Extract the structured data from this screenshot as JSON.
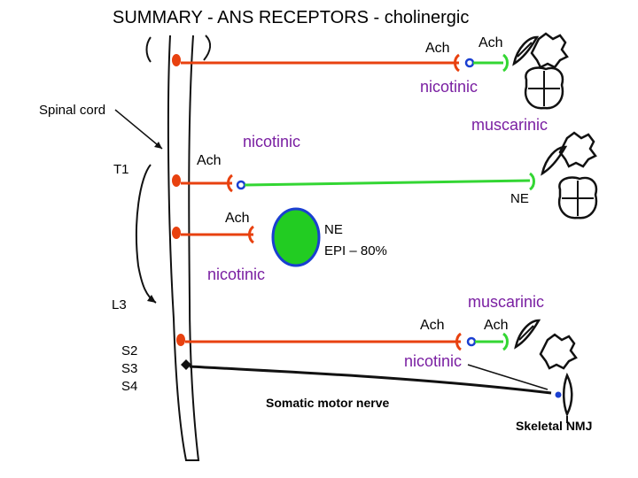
{
  "title": "SUMMARY - ANS RECEPTORS - cholinergic",
  "labels": {
    "spinal_cord": "Spinal cord",
    "t1": "T1",
    "l3": "L3",
    "s2": "S2",
    "s3": "S3",
    "s4": "S4",
    "ach_top_pre": "Ach",
    "ach_top_post": "Ach",
    "nicotinic_top": "nicotinic",
    "muscarinic_top": "muscarinic",
    "ach_symp": "Ach",
    "nicotinic_symp": "nicotinic",
    "ne_symp": "NE",
    "ach_adrenal": "Ach",
    "ne_epi_line1": "NE",
    "ne_epi_line2": "EPI – 80%",
    "nicotinic_adrenal": "nicotinic",
    "muscarinic_bottom": "muscarinic",
    "ach_bottom_pre": "Ach",
    "ach_bottom_post": "Ach",
    "nicotinic_bottom": "nicotinic",
    "somatic_motor_nerve": "Somatic motor nerve",
    "skeletal_nmj": "Skeletal NMJ"
  },
  "colors": {
    "preganglionic": "#e8410f",
    "postganglionic": "#33d633",
    "receptor": "#1a3fd1",
    "adrenal": "#22cc22",
    "purple_text": "#7a1fa2",
    "somatic": "#111111"
  }
}
